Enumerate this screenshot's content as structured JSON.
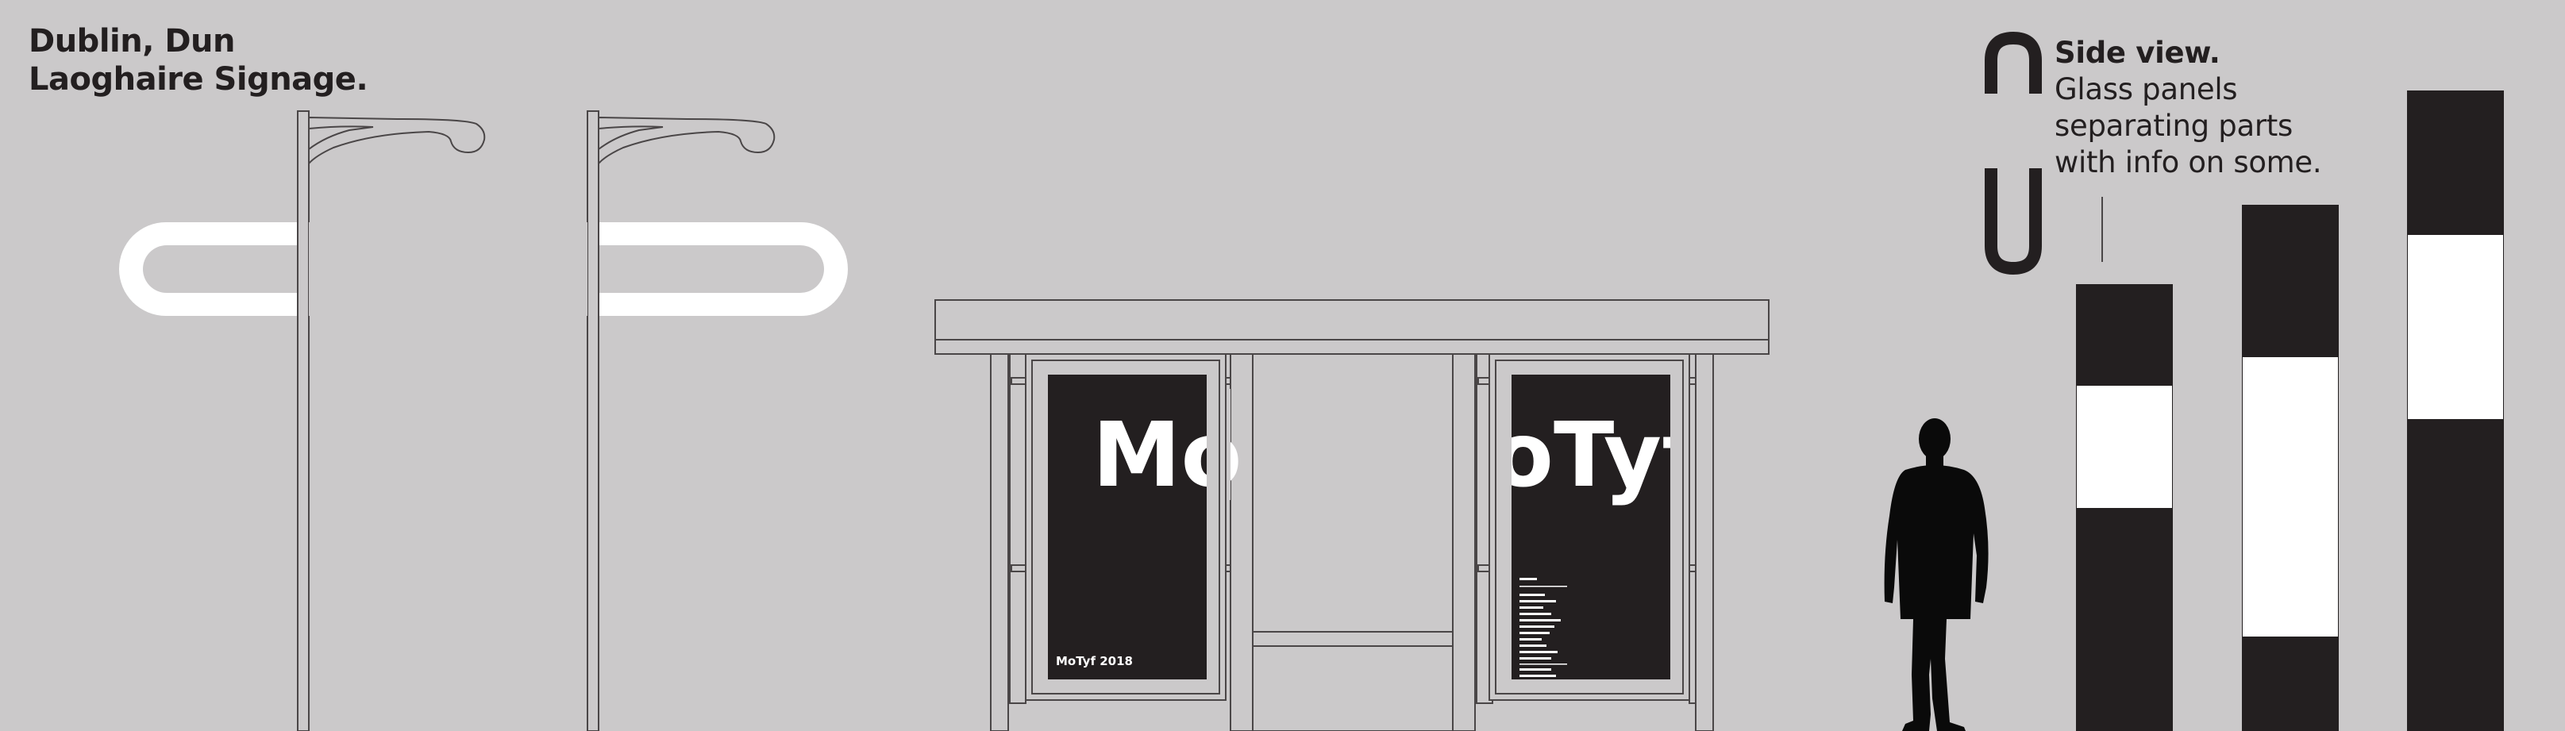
{
  "title": {
    "line1": "Dublin, Dun",
    "line2": "Laoghaire Signage."
  },
  "side_view": {
    "heading": "Side view.",
    "lines": [
      "Glass panels",
      "separating parts",
      "with info on some."
    ]
  },
  "posters": {
    "left_big": "Mo",
    "right_big": "oTyf",
    "left_caption": "MoTyf 2018"
  },
  "colors": {
    "background": "#cbc9ca",
    "dark": "#231f20",
    "white": "#ffffff",
    "line": "#4a4647"
  },
  "icons": {
    "person": "person-silhouette-icon",
    "streetlamp": "streetlamp-icon",
    "bus_shelter": "bus-shelter-icon"
  }
}
